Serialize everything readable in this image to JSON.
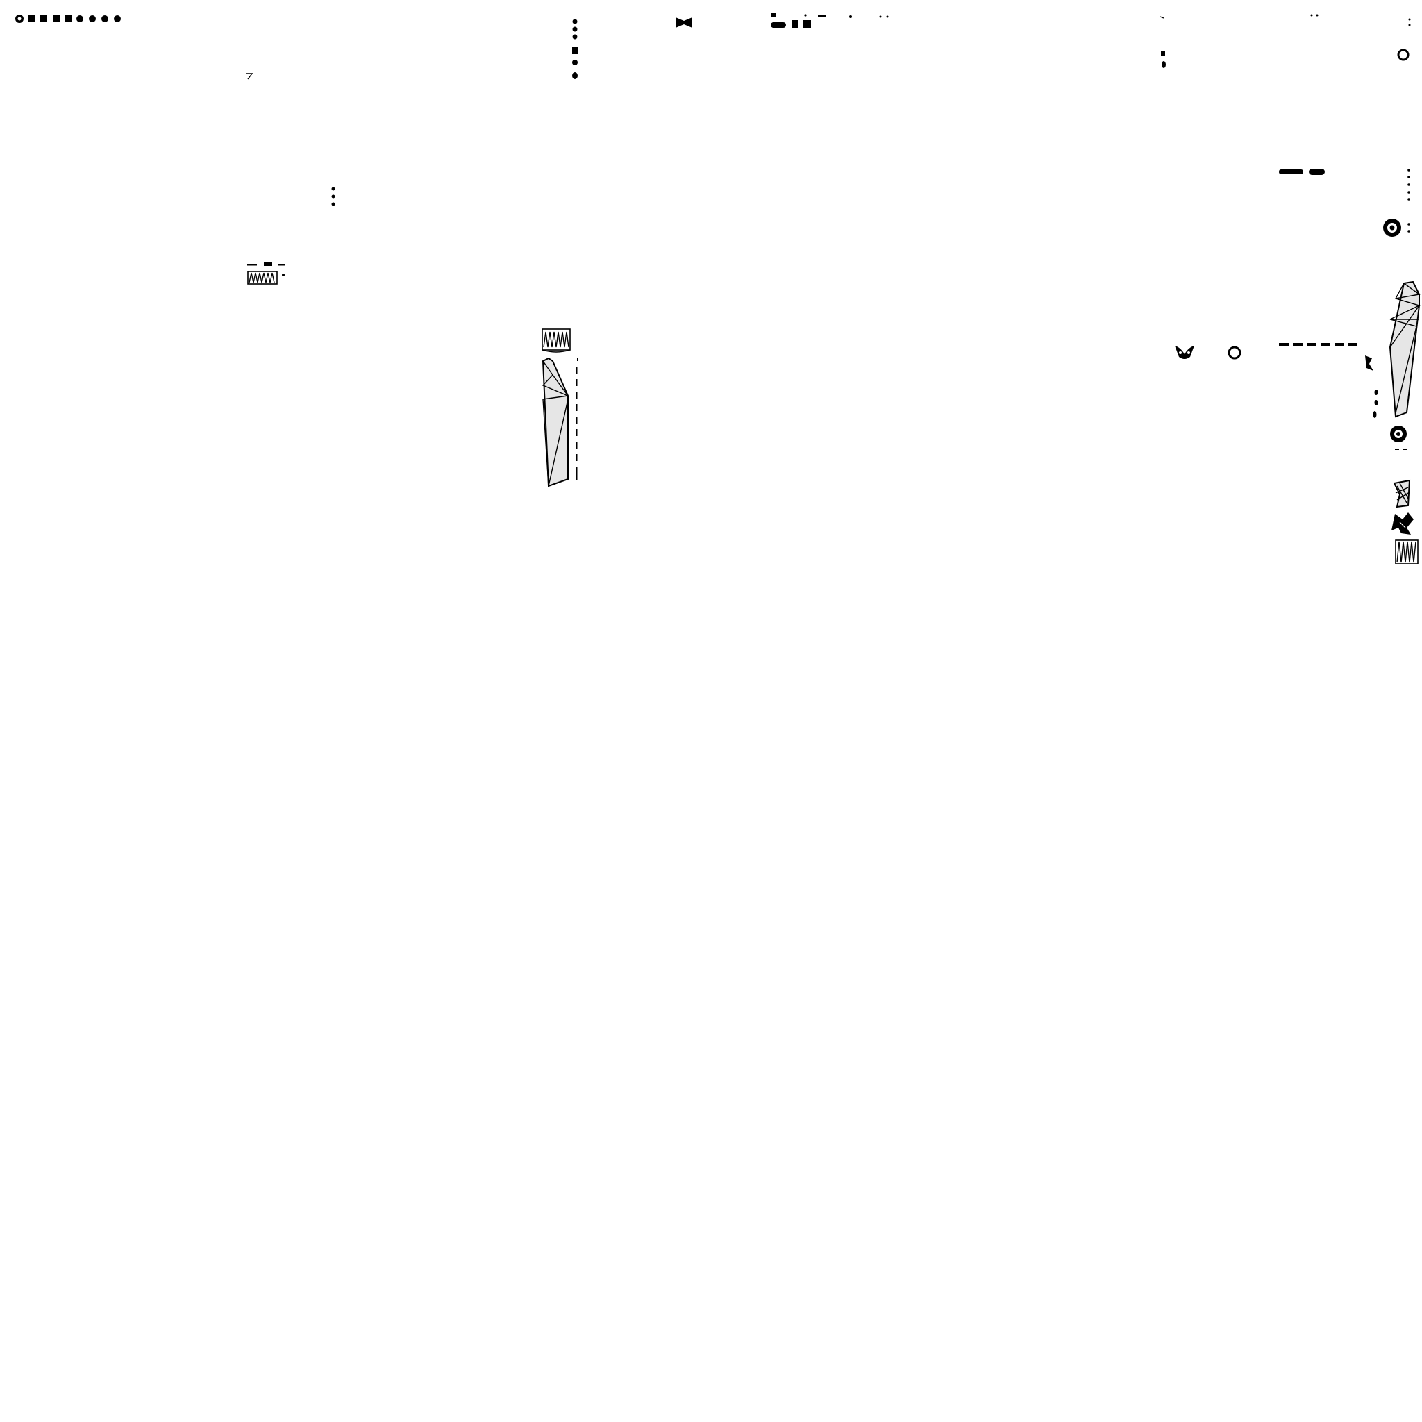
{
  "screen": {
    "background": "#ffffff",
    "ink": "#000000",
    "panel_fill": "#e6e6e6"
  },
  "regions": {
    "top_left": {
      "icons": [
        "target-icon",
        "square-icon",
        "square-icon",
        "square-icon",
        "square-icon",
        "hatched-circle-icon",
        "hatched-circle-icon",
        "hatched-circle-icon",
        "hatched-circle-icon"
      ]
    },
    "top_center": {
      "icons": [
        "bowtie-icon",
        "small-square-icon",
        "pill-icon",
        "double-square-icon",
        "dash-icon",
        "dot-icon",
        "dot-icon",
        "dot-icon"
      ]
    },
    "top_right": {
      "icons": [
        "small-dash-icon",
        "dot-icon",
        "dot-icon",
        "colon-icon",
        "ring-icon"
      ]
    }
  },
  "columns": {
    "left_dots": 7,
    "right_dots": 5,
    "strip_ticks": 9
  }
}
